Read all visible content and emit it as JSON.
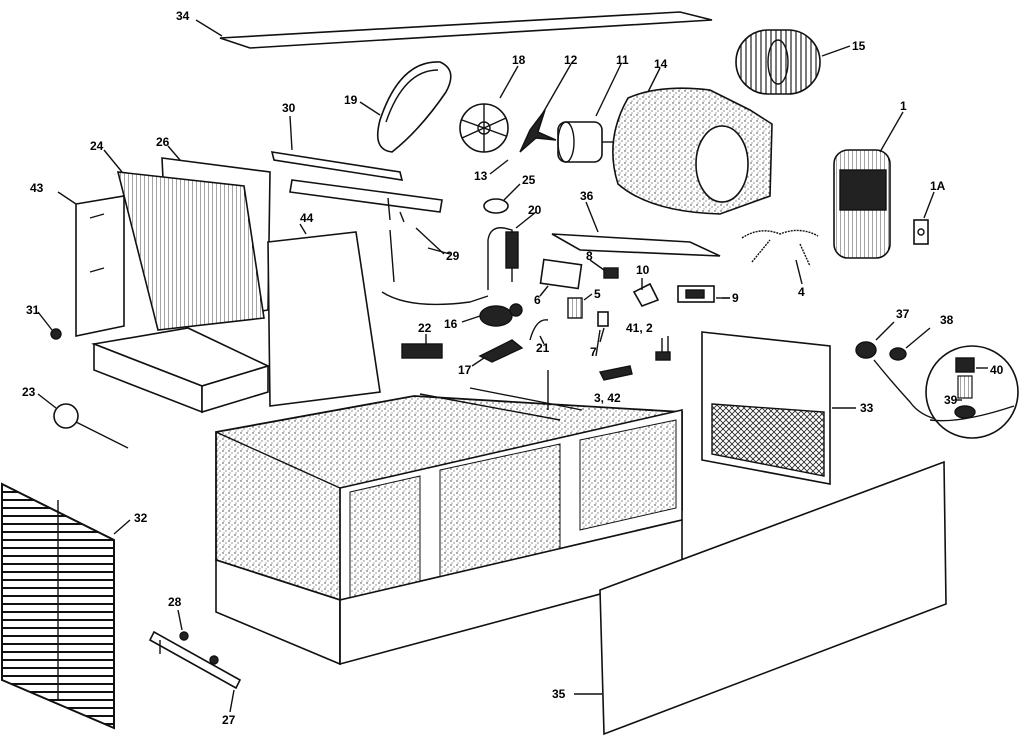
{
  "diagram": {
    "callouts": {
      "c34": "34",
      "c19": "19",
      "c18": "18",
      "c12": "12",
      "c11": "11",
      "c14": "14",
      "c15": "15",
      "c1": "1",
      "c1a": "1A",
      "c30": "30",
      "c26": "26",
      "c24": "24",
      "c43": "43",
      "c44": "44",
      "c13": "13",
      "c25": "25",
      "c20": "20",
      "c29": "29",
      "c36": "36",
      "c8": "8",
      "c10": "10",
      "c4": "4",
      "c6": "6",
      "c5": "5",
      "c9": "9",
      "c31": "31",
      "c16": "16",
      "c21": "21",
      "c22": "22",
      "c7": "7",
      "c41": "41, 2",
      "c17": "17",
      "c37": "37",
      "c38": "38",
      "c3": "3, 42",
      "c40": "40",
      "c39": "39",
      "c23": "23",
      "c33": "33",
      "c32": "32",
      "c28": "28",
      "c27": "27",
      "c35": "35"
    }
  }
}
